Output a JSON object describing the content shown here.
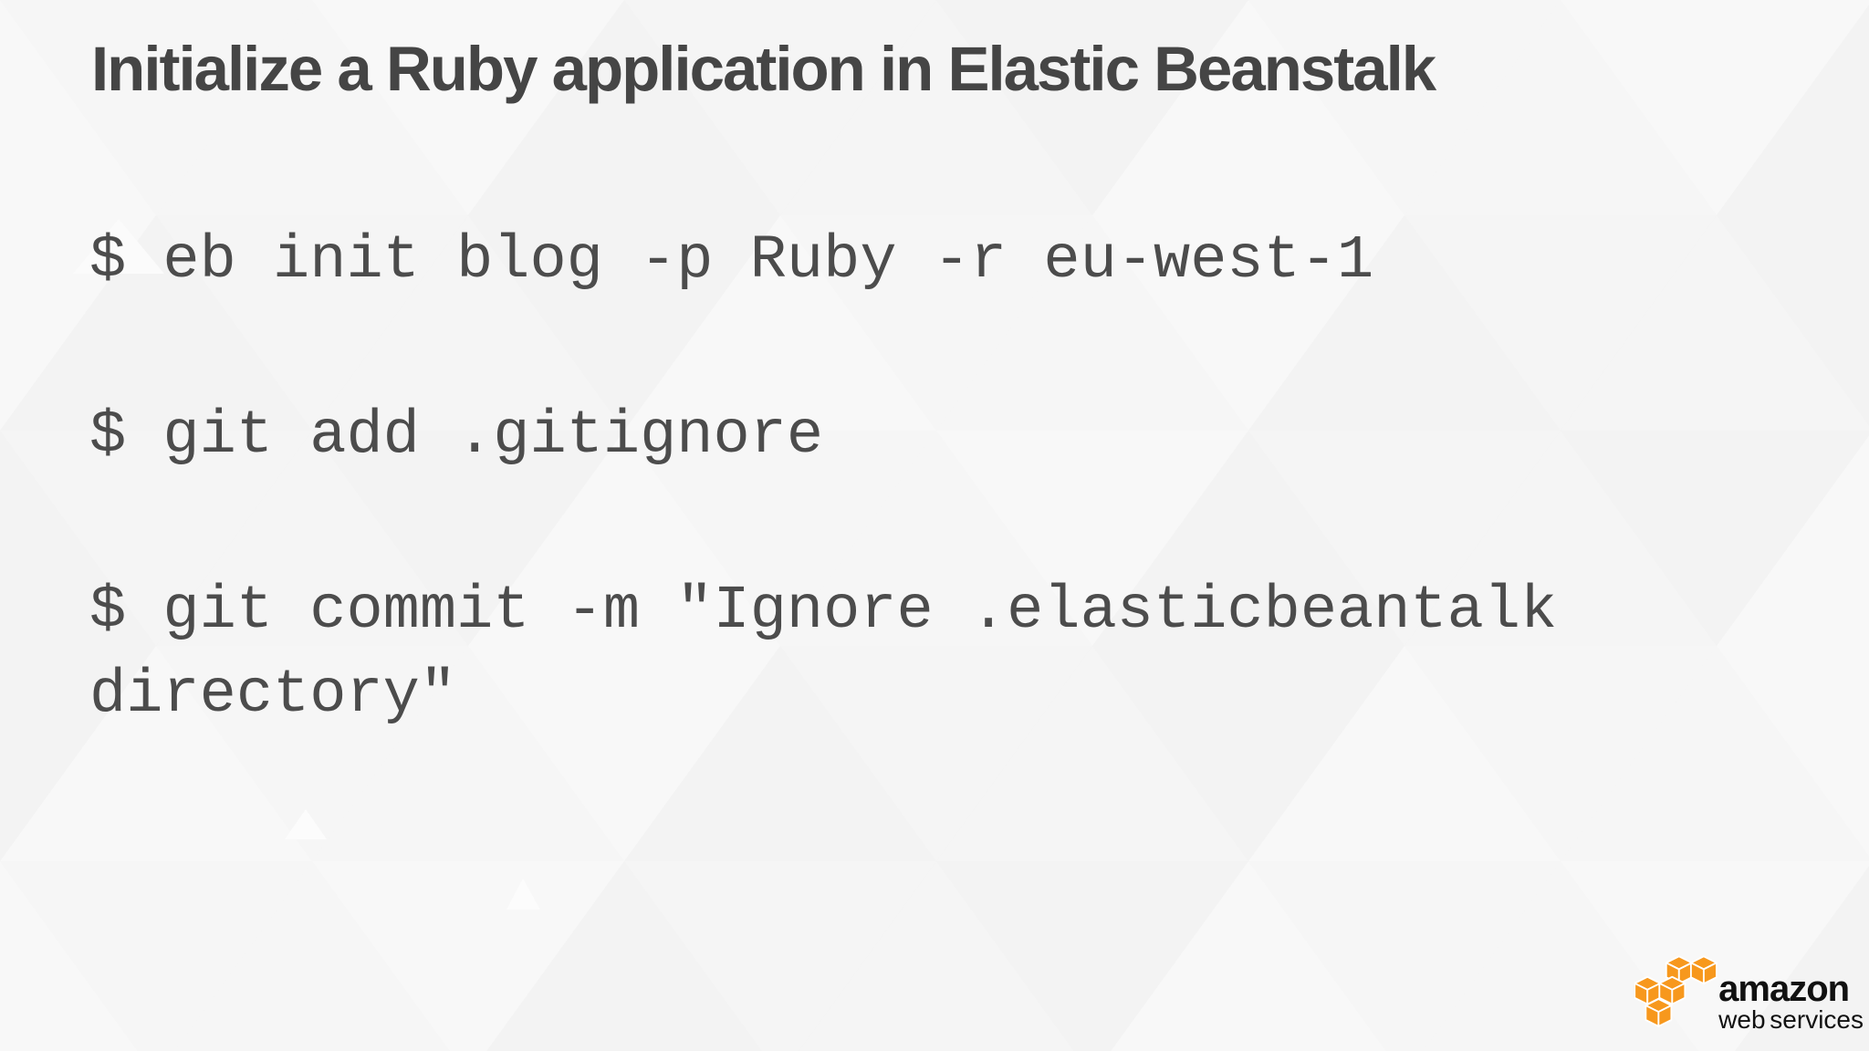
{
  "slide": {
    "title": "Initialize a Ruby application in Elastic Beanstalk",
    "commands": [
      "$ eb init blog -p Ruby -r eu-west-1",
      "$ git add .gitignore",
      "$ git commit -m \"Ignore .elasticbeantalk directory\""
    ]
  },
  "logo": {
    "brand": "amazon",
    "subtitle": "web services"
  },
  "colors": {
    "background": "#f0f0f0",
    "title_text": "#454545",
    "command_text": "#4c4c4c",
    "logo_orange": "#F7981D",
    "logo_text": "#111111"
  }
}
